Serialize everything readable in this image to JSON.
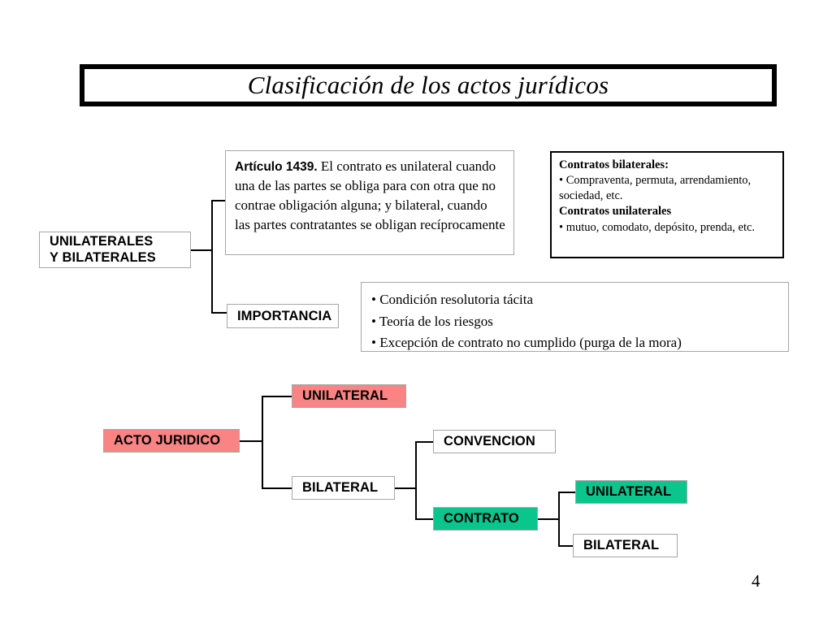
{
  "slide": {
    "title": "Clasificación de los actos jurídicos",
    "page_number": "4"
  },
  "colors": {
    "pink": "#fa8383",
    "green": "#0ac68d",
    "border_thin": "#a6a6a6",
    "border_thick": "#000000",
    "background": "#ffffff",
    "text": "#000000"
  },
  "top_section": {
    "root_label_line1": "UNILATERALES",
    "root_label_line2": "Y BILATERALES",
    "article_box": {
      "lead": "Artículo 1439.",
      "body": " El contrato es unilateral cuando una de las partes se obliga para con otra que no contrae obligación alguna; y bilateral, cuando las partes contratantes se obligan recíprocamente"
    },
    "examples_box": {
      "heading_1": "Contratos bilaterales:",
      "item_1": "• Compraventa, permuta, arrendamiento, sociedad, etc.",
      "heading_2": "Contratos unilaterales",
      "item_2": "• mutuo, comodato, depósito, prenda, etc."
    },
    "importance_label": "IMPORTANCIA",
    "importance_items": [
      "• Condición resolutoria tácita",
      "• Teoría de los riesgos",
      "• Excepción de contrato no cumplido (purga de la mora)"
    ]
  },
  "tree": {
    "root": "ACTO JURIDICO",
    "branch_unilateral": "UNILATERAL",
    "branch_bilateral": "BILATERAL",
    "convencion": "CONVENCION",
    "contrato": "CONTRATO",
    "contrato_unilateral": "UNILATERAL",
    "contrato_bilateral": "BILATERAL"
  }
}
